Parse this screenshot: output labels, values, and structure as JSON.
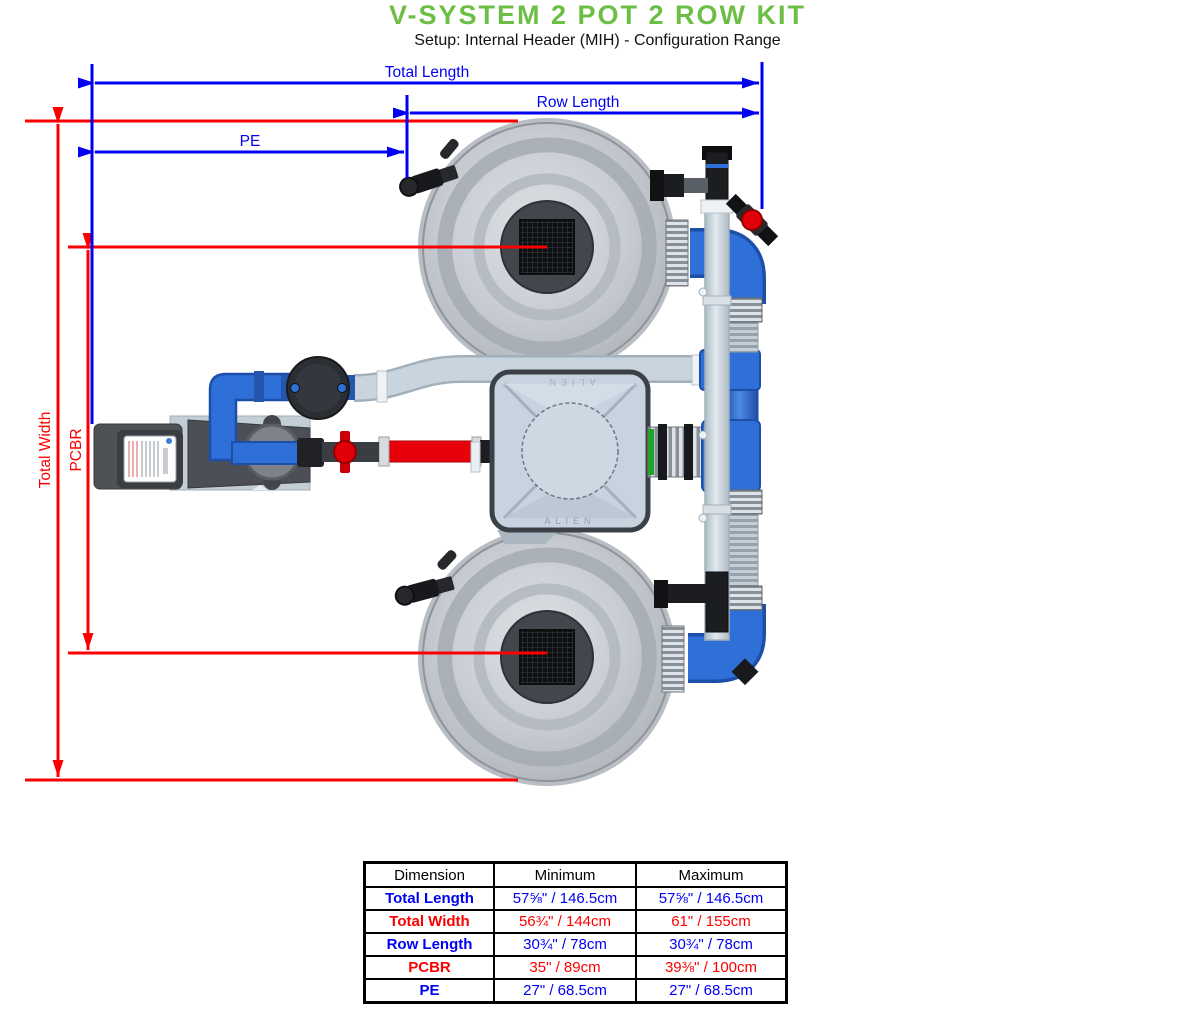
{
  "header": {
    "title": "V-SYSTEM 2 POT 2 ROW KIT",
    "subtitle": "Setup: Internal Header (MIH) - Configuration Range"
  },
  "colors": {
    "title_green": "#6cbf44",
    "dimension_blue": "#0000f2",
    "dimension_red": "#fb0000"
  },
  "dimension_labels": {
    "total_length": "Total Length",
    "row_length": "Row Length",
    "pe": "PE",
    "total_width": "Total Width",
    "pcbr": "PCBR"
  },
  "diagram": {
    "tank_brand": "ALIEN"
  },
  "table": {
    "headers": [
      "Dimension",
      "Minimum",
      "Maximum"
    ],
    "rows": [
      {
        "label": "Total Length",
        "min": "57⅝\" / 146.5cm",
        "max": "57⅝\" / 146.5cm",
        "color": "blue"
      },
      {
        "label": "Total Width",
        "min": "56¾\" / 144cm",
        "max": "61\" / 155cm",
        "color": "red"
      },
      {
        "label": "Row Length",
        "min": "30¾\" / 78cm",
        "max": "30¾\" / 78cm",
        "color": "blue"
      },
      {
        "label": "PCBR",
        "min": "35\" / 89cm",
        "max": "39⅜\" / 100cm",
        "color": "red"
      },
      {
        "label": "PE",
        "min": "27\" / 68.5cm",
        "max": "27\" / 68.5cm",
        "color": "blue"
      }
    ]
  }
}
